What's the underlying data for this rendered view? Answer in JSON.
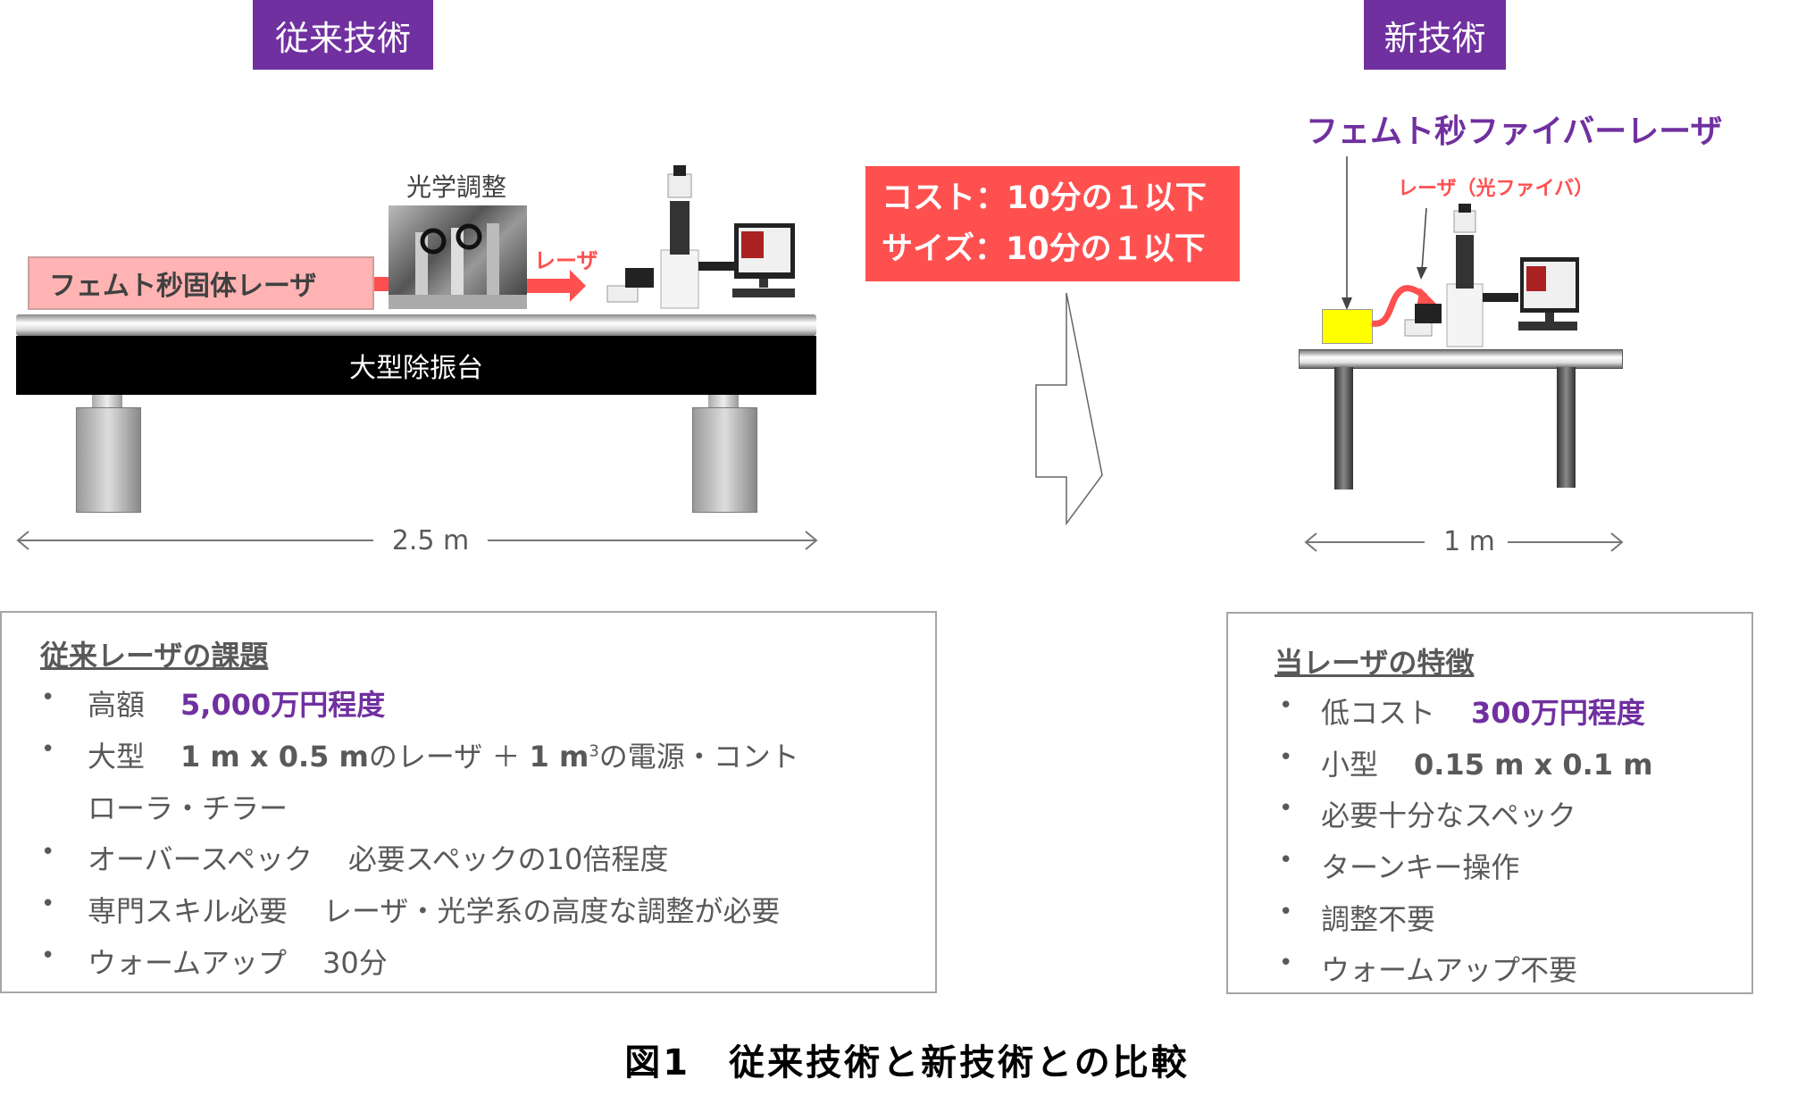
{
  "old_tech": {
    "tag": "従来技術",
    "laser_label": "フェムト秒固体レーザ",
    "optics_label": "光学調整",
    "beam_label": "レーザ",
    "table_label": "大型除振台",
    "dimension": "2.5 m"
  },
  "new_tech": {
    "tag": "新技術",
    "laser_title": "フェムト秒ファイバーレーザ",
    "fiber_label": "レーザ（光ファイバ）",
    "dimension": "1 m"
  },
  "comparison": {
    "cost": "コスト：10分の１以下",
    "size": "サイズ：10分の１以下"
  },
  "old_panel": {
    "heading": "従来レーザの課題",
    "items": [
      {
        "label": "高額",
        "value": "5,000万円程度"
      },
      {
        "label": "大型",
        "value": "1 m x 0.5 m",
        "rest1": "のレーザ ＋ ",
        "value2": "1 m",
        "sup": "3",
        "rest2": "の電源・コント",
        "line2": "ローラ・チラー"
      },
      {
        "label": "オーバースペック",
        "value": "必要スペックの10倍程度"
      },
      {
        "label": "専門スキル必要",
        "value": "レーザ・光学系の高度な調整が必要"
      },
      {
        "label": "ウォームアップ",
        "value": "30分"
      }
    ]
  },
  "new_panel": {
    "heading": "当レーザの特徴",
    "items": [
      {
        "label": "低コスト",
        "value": "300万円程度"
      },
      {
        "label": "小型",
        "value": "0.15 m x 0.1 m"
      },
      {
        "label": "必要十分なスペック"
      },
      {
        "label": "ターンキー操作"
      },
      {
        "label": "調整不要"
      },
      {
        "label": "ウォームアップ不要"
      }
    ]
  },
  "caption": "図1　従来技術と新技術との比較",
  "colors": {
    "purple": "#7030a0",
    "red": "#ff5050",
    "pink": "#ffb3b3",
    "yellow": "#ffff00"
  }
}
